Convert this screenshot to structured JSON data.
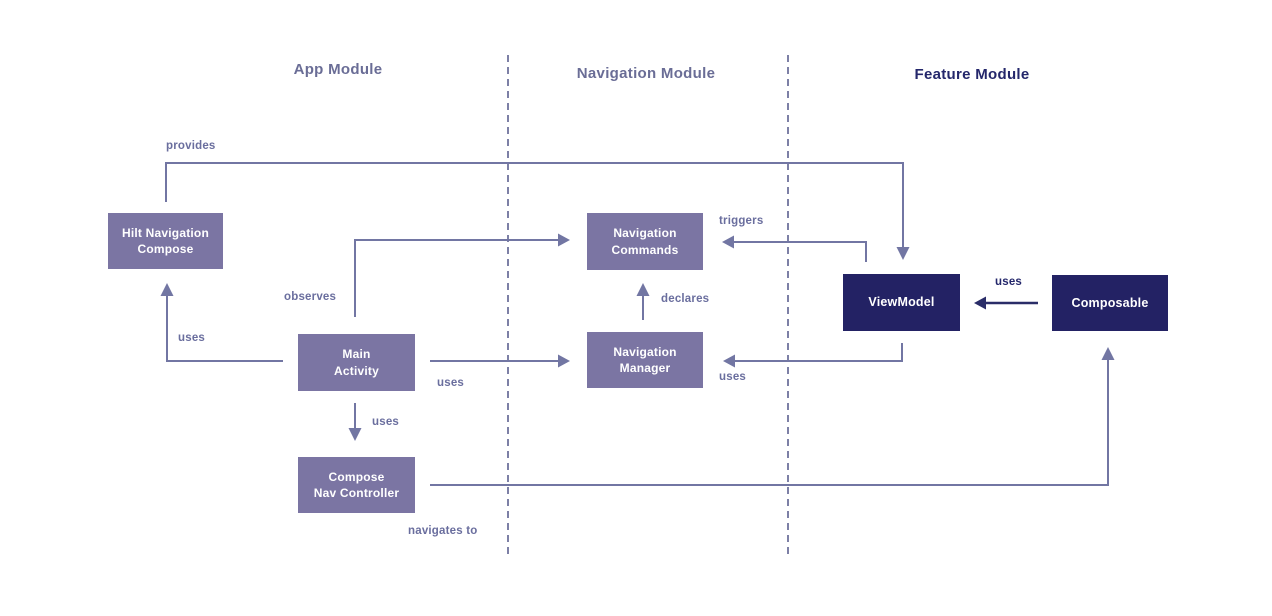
{
  "colors": {
    "background": "#ffffff",
    "light_node_fill": "#7b75a3",
    "dark_node_fill": "#232264",
    "node_text": "#ffffff",
    "edge_stroke": "#7276a3",
    "feature_edge_stroke": "#2a2d68",
    "edge_label_text": "#6a6e9e",
    "module_title_text": "#6a6d96",
    "feature_module_title_text": "#24276b",
    "divider_dash": "#7d80a6"
  },
  "modules": {
    "app": {
      "label": "App Module"
    },
    "navigation": {
      "label": "Navigation Module"
    },
    "feature": {
      "label": "Feature Module"
    }
  },
  "nodes": {
    "hilt": {
      "label": "Hilt Navigation\nCompose"
    },
    "main_activity": {
      "label": "Main\nActivity"
    },
    "compose_nav": {
      "label": "Compose\nNav Controller"
    },
    "nav_commands": {
      "label": "Navigation\nCommands"
    },
    "nav_manager": {
      "label": "Navigation\nManager"
    },
    "viewmodel": {
      "label": "ViewModel"
    },
    "composable": {
      "label": "Composable"
    }
  },
  "edge_labels": {
    "provides": "provides",
    "hilt_uses": "uses",
    "observes": "observes",
    "manager_uses": "uses",
    "controller_uses": "uses",
    "declares": "declares",
    "triggers": "triggers",
    "viewmodel_uses": "uses",
    "composable_uses": "uses",
    "navigates_to": "navigates to"
  }
}
